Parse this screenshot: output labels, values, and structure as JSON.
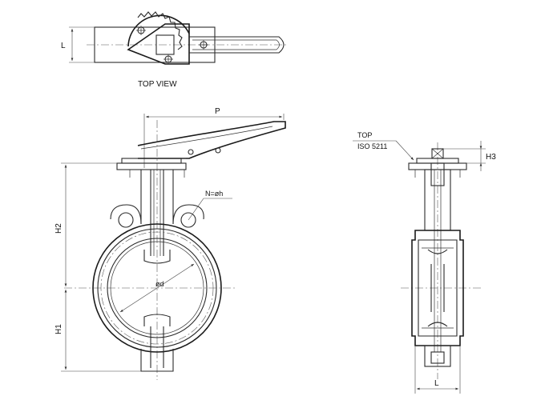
{
  "labels": {
    "top_view": "TOP VIEW",
    "dim_L_top": "L",
    "dim_P": "P",
    "dim_H2": "H2",
    "dim_H1": "H1",
    "dim_N": "N=øh",
    "dim_d": "ød",
    "top_label": "TOP",
    "iso_label": "ISO 5211",
    "dim_H3": "H3",
    "dim_L_side": "L"
  }
}
